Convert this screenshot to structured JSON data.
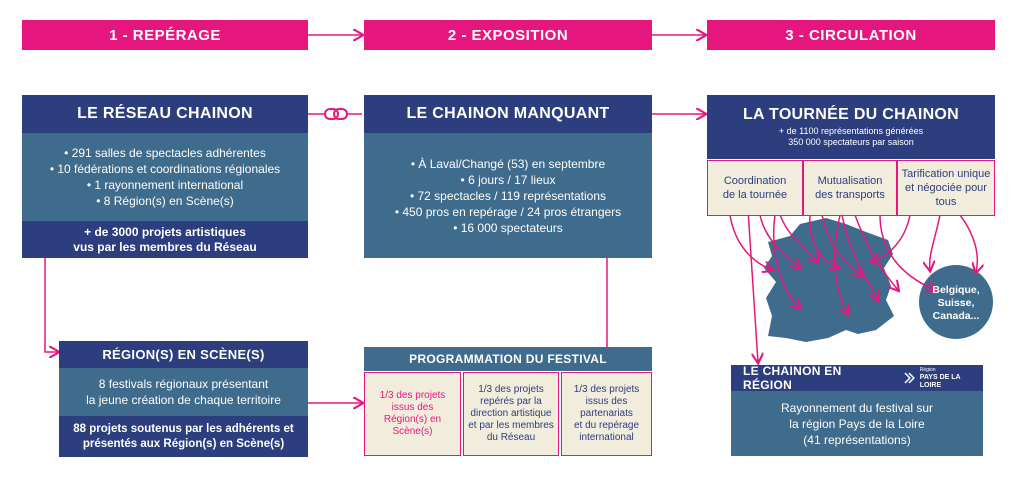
{
  "phases": [
    "1 - REPÉRAGE",
    "2 - EXPOSITION",
    "3 - CIRCULATION"
  ],
  "reseau": {
    "title": "LE RÉSEAU CHAINON",
    "items": [
      "• 291 salles de spectacles adhérentes",
      "• 10 fédérations et coordinations régionales",
      "• 1 rayonnement international",
      "• 8 Région(s) en Scène(s)"
    ],
    "footer_line1": "+ de 3000 projets artistiques",
    "footer_line2": "vus par les membres du Réseau"
  },
  "manquant": {
    "title": "LE CHAINON MANQUANT",
    "items": [
      "• À Laval/Changé (53) en septembre",
      "• 6 jours / 17 lieux",
      "• 72 spectacles / 119 représentations",
      "• 450 pros en repérage / 24 pros étrangers",
      "• 16 000 spectateurs"
    ]
  },
  "tournee": {
    "title": "LA TOURNÉE DU CHAINON",
    "sub1": "+ de 1100 représentations générées",
    "sub2": "350 000 spectateurs par saison",
    "boxes": [
      {
        "l1": "Coordination",
        "l2": "de la tournée"
      },
      {
        "l1": "Mutualisation",
        "l2": "des transports"
      },
      {
        "l1": "Tarification unique",
        "l2": "et négociée pour tous"
      }
    ],
    "intl_l1": "Belgique,",
    "intl_l2": "Suisse,",
    "intl_l3": "Canada..."
  },
  "regions": {
    "title": "RÉGION(S) EN SCÈNE(S)",
    "line1": "8 festivals régionaux présentant",
    "line2": "la jeune création de chaque territoire",
    "footer_line1": "88 projets soutenus par les adhérents et",
    "footer_line2": "présentés aux Région(s) en Scène(s)"
  },
  "programmation": {
    "title": "PROGRAMMATION DU FESTIVAL",
    "boxes": [
      [
        "1/3 des projets",
        "issus des",
        "Région(s) en Scène(s)"
      ],
      [
        "1/3 des projets",
        "repérés par la",
        "direction artistique",
        "et par les membres",
        "du Réseau"
      ],
      [
        "1/3 des projets",
        "issus des",
        "partenariats",
        "et du repérage",
        "international"
      ]
    ]
  },
  "region_box": {
    "title": "LE CHAINON EN RÉGION",
    "logo_small": "Région",
    "logo_text": "PAYS DE LA LOIRE",
    "line1": "Rayonnement du festival sur",
    "line2": "la région Pays de la Loire",
    "line3": "(41 représentations)"
  },
  "colors": {
    "pink": "#e5177e",
    "navy": "#2c3e7e",
    "steel": "#3f6b8c",
    "cream": "#f1ecdc"
  }
}
